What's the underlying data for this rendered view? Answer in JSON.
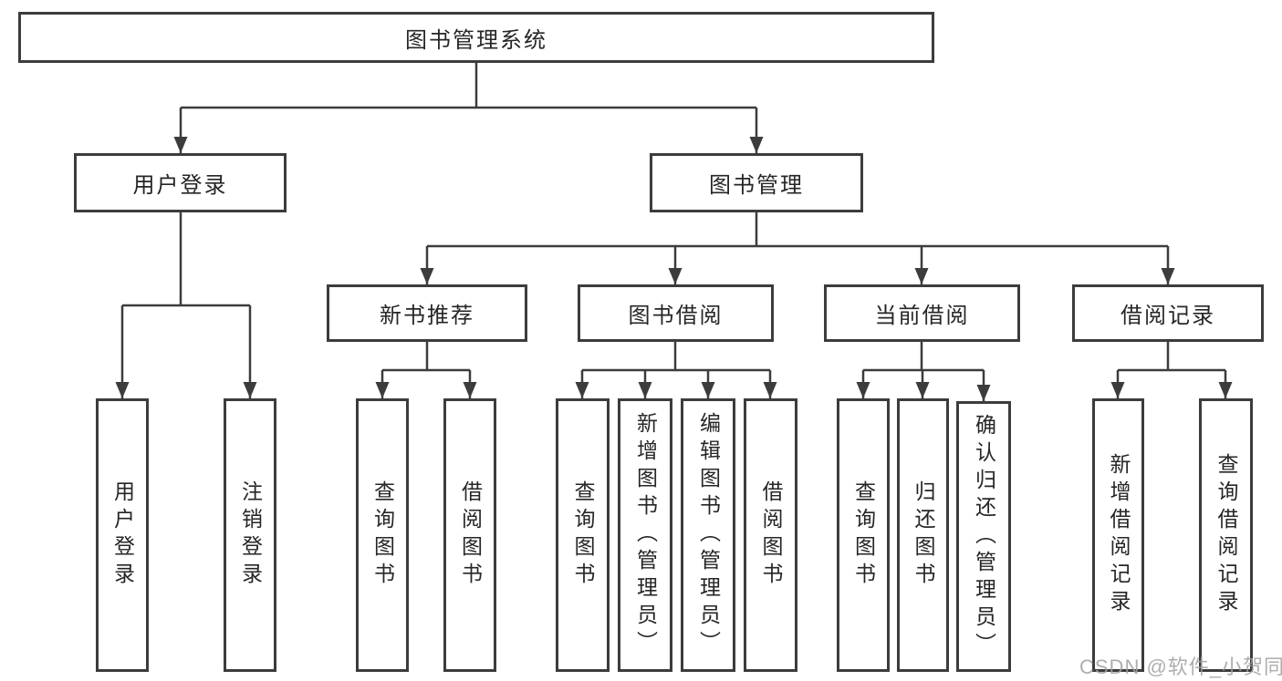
{
  "colors": {
    "line": "#3c3c3c",
    "box_border": "#3c3c3c",
    "text": "#262626",
    "watermark": "#a0a0a0",
    "background": "#ffffff"
  },
  "watermark": "CSDN @软件_小贺同学",
  "tree": {
    "label": "图书管理系统",
    "children": [
      {
        "label": "用户登录",
        "children": [
          {
            "label": "用户登录"
          },
          {
            "label": "注销登录"
          }
        ]
      },
      {
        "label": "图书管理",
        "children": [
          {
            "label": "新书推荐",
            "children": [
              {
                "label": "查询图书"
              },
              {
                "label": "借阅图书"
              }
            ]
          },
          {
            "label": "图书借阅",
            "children": [
              {
                "label": "查询图书"
              },
              {
                "label": "新增图书（管理员）"
              },
              {
                "label": "编辑图书（管理员）"
              },
              {
                "label": "借阅图书"
              }
            ]
          },
          {
            "label": "当前借阅",
            "children": [
              {
                "label": "查询图书"
              },
              {
                "label": "归还图书"
              },
              {
                "label": "确认归还（管理员）"
              }
            ]
          },
          {
            "label": "借阅记录",
            "children": [
              {
                "label": "新增借阅记录"
              },
              {
                "label": "查询借阅记录"
              }
            ]
          }
        ]
      }
    ]
  }
}
